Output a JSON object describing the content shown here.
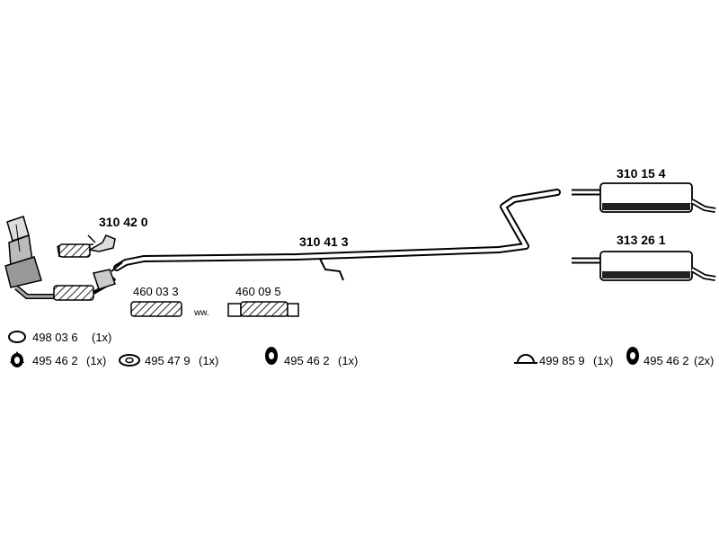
{
  "parts": {
    "front_pipe": "310 42 0",
    "middle_pipe": "310 41 3",
    "rear_silencer_a": "310 15 4",
    "rear_silencer_b": "313 26 1",
    "flex_a": "460 03 3",
    "flex_b": "460 09 5",
    "flex_note": "ww."
  },
  "fittings": {
    "clamp_ring": "498 03 6",
    "clamp_ring_qty": "(1x)",
    "hanger_front": "495 46 2",
    "hanger_front_qty": "(1x)",
    "gasket": "495 47 9",
    "gasket_qty": "(1x)",
    "hanger_mid": "495 46 2",
    "hanger_mid_qty": "(1x)",
    "rear_ring": "499 85 9",
    "rear_ring_qty": "(1x)",
    "hanger_rear": "495 46 2",
    "hanger_rear_qty": "(2x)"
  },
  "icons": [
    "clamp-ring-icon",
    "rubber-hanger-icon",
    "gasket-icon",
    "rear-ring-icon"
  ]
}
